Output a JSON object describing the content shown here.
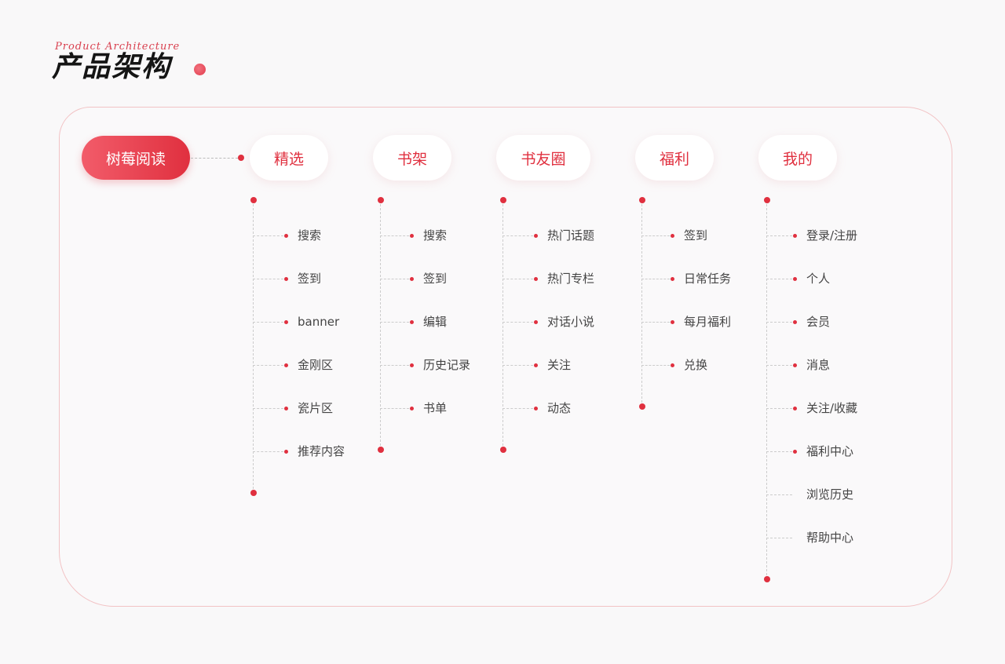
{
  "header": {
    "title": "产品架构",
    "subtitle": "Product Architecture"
  },
  "root": {
    "label": "树莓阅读"
  },
  "columns": [
    {
      "label": "精选",
      "items": [
        {
          "label": "搜索",
          "dot": true
        },
        {
          "label": "签到",
          "dot": true
        },
        {
          "label": "banner",
          "dot": true
        },
        {
          "label": "金刚区",
          "dot": true
        },
        {
          "label": "瓷片区",
          "dot": true
        },
        {
          "label": "推荐内容",
          "dot": true
        }
      ]
    },
    {
      "label": "书架",
      "items": [
        {
          "label": "搜索",
          "dot": true
        },
        {
          "label": "签到",
          "dot": true
        },
        {
          "label": "编辑",
          "dot": true
        },
        {
          "label": "历史记录",
          "dot": true
        },
        {
          "label": "书单",
          "dot": true
        }
      ]
    },
    {
      "label": "书友圈",
      "items": [
        {
          "label": "热门话题",
          "dot": true
        },
        {
          "label": "热门专栏",
          "dot": true
        },
        {
          "label": "对话小说",
          "dot": true
        },
        {
          "label": "关注",
          "dot": true
        },
        {
          "label": "动态",
          "dot": true
        }
      ]
    },
    {
      "label": "福利",
      "items": [
        {
          "label": "签到",
          "dot": true
        },
        {
          "label": "日常任务",
          "dot": true
        },
        {
          "label": "每月福利",
          "dot": true
        },
        {
          "label": "兑换",
          "dot": true
        }
      ]
    },
    {
      "label": "我的",
      "items": [
        {
          "label": "登录/注册",
          "dot": true
        },
        {
          "label": "个人",
          "dot": true
        },
        {
          "label": "会员",
          "dot": true
        },
        {
          "label": "消息",
          "dot": true
        },
        {
          "label": "关注/收藏",
          "dot": true
        },
        {
          "label": "福利中心",
          "dot": true
        },
        {
          "label": "浏览历史",
          "dot": false
        },
        {
          "label": "帮助中心",
          "dot": false
        }
      ]
    }
  ],
  "colors": {
    "accent": "#e0303f",
    "border": "#f2c3c5"
  }
}
